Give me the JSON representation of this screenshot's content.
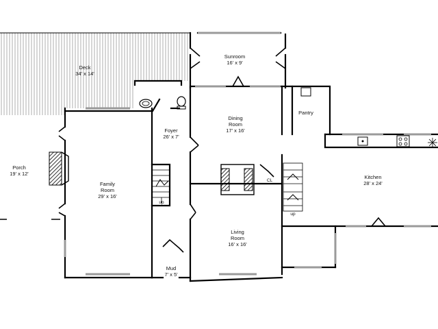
{
  "rooms": {
    "deck": {
      "name": "Deck",
      "dims": "34' x 14'"
    },
    "sunroom": {
      "name": "Sunroom",
      "dims": "16' x 9'"
    },
    "pantry": {
      "name": "Pantry"
    },
    "dining": {
      "name1": "Dining",
      "name2": "Room",
      "dims": "17' x 16'"
    },
    "foyer": {
      "name": "Foyer",
      "dims": "26' x 7'"
    },
    "porch": {
      "name": "Porch",
      "dims": "19' x 12'"
    },
    "family": {
      "name1": "Family",
      "name2": "Room",
      "dims": "29' x 16'"
    },
    "kitchen": {
      "name": "Kitchen",
      "dims": "28' x 24'"
    },
    "living": {
      "name1": "Living",
      "name2": "Room",
      "dims": "16' x 16'"
    },
    "mud": {
      "name": "Mud",
      "dims": "7' x 5'"
    }
  },
  "tags": {
    "closet": "CL",
    "stair_up_1": "up",
    "stair_up_2": "up"
  },
  "colors": {
    "wall": "#000000",
    "deck_lines": "#8a8a8a",
    "window": "#9a9a9a"
  }
}
